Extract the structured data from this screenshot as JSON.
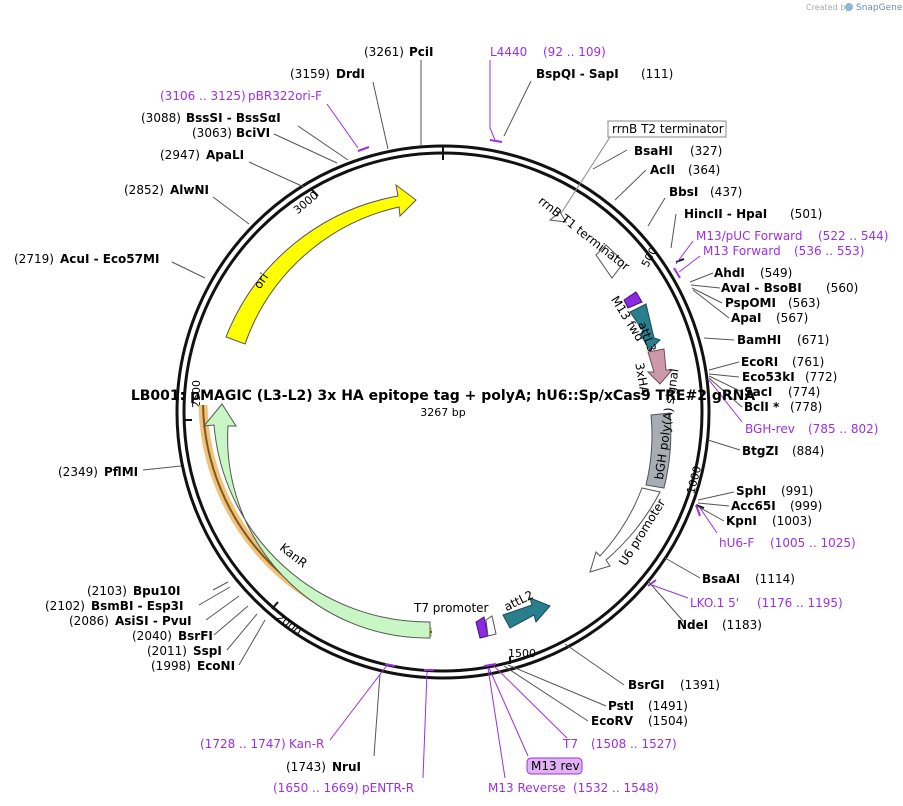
{
  "header": {
    "watermark": "Created by",
    "brand": "SnapGene"
  },
  "plasmid": {
    "name": "LB001: pMAGIC (L3-L2) 3x HA epitope tag + polyA; hU6::Sp/xCas9 TRE#2 gRNA",
    "size_label": "3267 bp"
  },
  "ticks": [
    "500",
    "1000",
    "1500",
    "2000",
    "2500",
    "3000"
  ],
  "features": {
    "ori": "ori",
    "kanr": "KanR",
    "rrnb_t2": "rrnB T2 terminator",
    "rrnb_t1": "rrnB T1 terminator",
    "m13fwd": "M13 fwd",
    "attl3": "attL3",
    "ha": "3xHA",
    "bgh": "bGH poly(A) signal",
    "u6": "U6 promoter",
    "t7": "T7 promoter",
    "attl2": "attL2",
    "m13rev_box": "M13 rev"
  },
  "enzymes": [
    {
      "name": "PciI",
      "pos": "(3261)"
    },
    {
      "name": "BspQI  -  SapI",
      "pos": "(111)"
    },
    {
      "name": "DrdI",
      "pos": "(3159)"
    },
    {
      "name": "BssSI  -  BssSαI",
      "pos": "(3088)"
    },
    {
      "name": "BciVI",
      "pos": "(3063)"
    },
    {
      "name": "ApaLI",
      "pos": "(2947)"
    },
    {
      "name": "AlwNI",
      "pos": "(2852)"
    },
    {
      "name": "AcuI   -  Eco57MI",
      "pos": "(2719)"
    },
    {
      "name": "PflMI",
      "pos": "(2349)"
    },
    {
      "name": "Bpu10I",
      "pos": "(2103)"
    },
    {
      "name": "BsmBI  -  Esp3I",
      "pos": "(2102)"
    },
    {
      "name": "AsiSI  -  PvuI",
      "pos": "(2086)"
    },
    {
      "name": "BsrFI",
      "pos": "(2040)"
    },
    {
      "name": "SspI",
      "pos": "(2011)"
    },
    {
      "name": "EcoNI",
      "pos": "(1998)"
    },
    {
      "name": "NruI",
      "pos": "(1743)"
    },
    {
      "name": "BsaHI",
      "pos": "(327)"
    },
    {
      "name": "AclI",
      "pos": "(364)"
    },
    {
      "name": "BbsI",
      "pos": "(437)"
    },
    {
      "name": "HincII  -  HpaI",
      "pos": "(501)"
    },
    {
      "name": "AhdI",
      "pos": "(549)"
    },
    {
      "name": "AvaI  -  BsoBI",
      "pos": "(560)"
    },
    {
      "name": "PspOMI",
      "pos": "(563)"
    },
    {
      "name": "ApaI",
      "pos": "(567)"
    },
    {
      "name": "BamHI",
      "pos": "(671)"
    },
    {
      "name": "EcoRI",
      "pos": "(761)"
    },
    {
      "name": "Eco53kI",
      "pos": "(772)"
    },
    {
      "name": "SacI",
      "pos": "(774)"
    },
    {
      "name": "BclI *",
      "pos": "(778)"
    },
    {
      "name": "BtgZI",
      "pos": "(884)"
    },
    {
      "name": "SphI",
      "pos": "(991)"
    },
    {
      "name": "Acc65I",
      "pos": "(999)"
    },
    {
      "name": "KpnI",
      "pos": "(1003)"
    },
    {
      "name": "BsaAI",
      "pos": "(1114)"
    },
    {
      "name": "NdeI",
      "pos": "(1183)"
    },
    {
      "name": "BsrGI",
      "pos": "(1391)"
    },
    {
      "name": "PstI",
      "pos": "(1491)"
    },
    {
      "name": "EcoRV",
      "pos": "(1504)"
    }
  ],
  "primers": [
    {
      "name": "L4440",
      "range": "(92 .. 109)"
    },
    {
      "name": "pBR322ori-F",
      "range": "(3106 .. 3125)"
    },
    {
      "name": "M13/pUC Forward",
      "range": "(522 .. 544)"
    },
    {
      "name": "M13 Forward",
      "range": "(536 .. 553)"
    },
    {
      "name": "BGH-rev",
      "range": "(785 .. 802)"
    },
    {
      "name": "hU6-F",
      "range": "(1005 .. 1025)"
    },
    {
      "name": "LKO.1 5'",
      "range": "(1176 .. 1195)"
    },
    {
      "name": "T7",
      "range": "(1508 .. 1527)"
    },
    {
      "name": "M13 Reverse",
      "range": "(1532 .. 1548)"
    },
    {
      "name": "Kan-R",
      "range": "(1728 .. 1747)"
    },
    {
      "name": "pENTR-R",
      "range": "(1650 .. 1669)"
    }
  ],
  "colors": {
    "ori": "#ffff00",
    "kanr": "#c8f7c5",
    "attl": "#2a7f8f",
    "ha": "#cc99aa",
    "bgh": "#a6adb5",
    "m13fwd": "#8a2be2",
    "primer": "#9b30e0",
    "kan_highlight": "#f2c27a"
  }
}
